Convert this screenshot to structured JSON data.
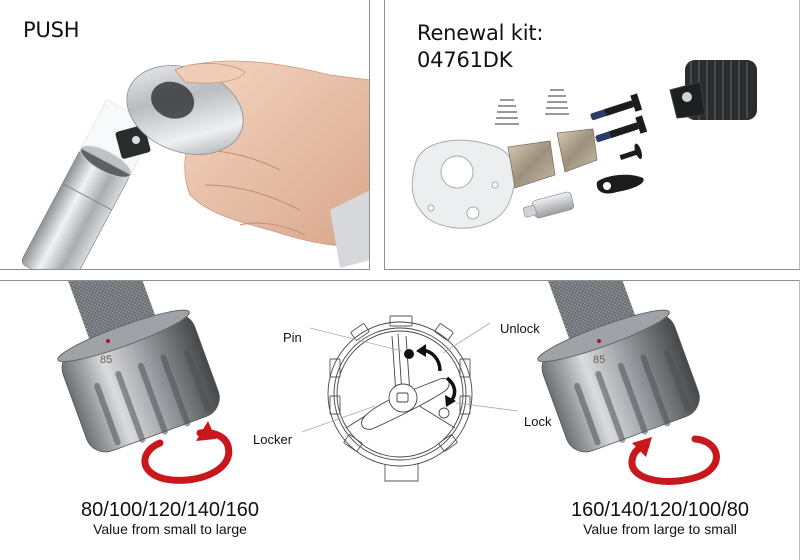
{
  "panels": {
    "push": {
      "title": "PUSH",
      "image_alt": "hand pushing ratchet head onto socket"
    },
    "renewal_kit": {
      "title_line1": "Renewal kit:",
      "title_line2": "04761DK",
      "image_alt": "ratchet repair kit parts: springs, pawls, screws, plate, pin, drive head"
    },
    "adjust": {
      "diagram_labels": {
        "pin": "Pin",
        "unlock": "Unlock",
        "lock": "Lock",
        "locker": "Locker"
      },
      "knob_scale_mark": "85",
      "left": {
        "values": "80/100/120/140/160",
        "caption": "Value from small to large",
        "rotation": "clockwise"
      },
      "right": {
        "values": "160/140/120/100/80",
        "caption": "Value from large to small",
        "rotation": "counterclockwise"
      }
    }
  },
  "colors": {
    "arrow_red": "#c8181e",
    "border": "#8f8f8f",
    "text": "#111111",
    "chrome": "#b9bcc0"
  }
}
